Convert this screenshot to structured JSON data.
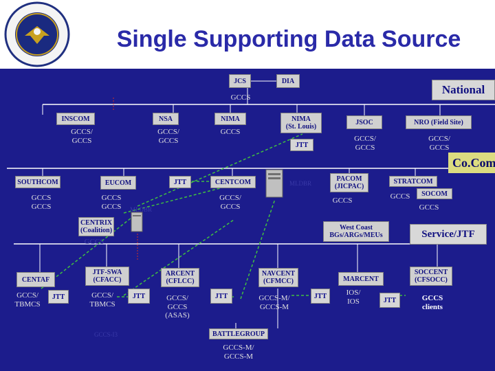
{
  "title": "Single Supporting Data Source",
  "tiers": {
    "national": "National",
    "cocom": "Co.Com",
    "service": "Service/JTF"
  },
  "boxes": {
    "jcs": "JCS",
    "dia": "DIA",
    "inscom": "INSCOM",
    "nsa": "NSA",
    "nima": "NIMA",
    "nima_stl": "NIMA\n(St. Louis)",
    "jsoc": "JSOC",
    "nro": "NRO (Field Site)",
    "jtt_top": "JTT",
    "southcom": "SOUTHCOM",
    "eucom": "EUCOM",
    "jtt_mid": "JTT",
    "centcom": "CENTCOM",
    "pacom": "PACOM\n(JICPAC)",
    "stratcom": "STRATCOM",
    "centrix": "CENTRIX\n(Coalition)",
    "westcoast": "West Coast\nBGs/ARGs/MEUs",
    "centaf": "CENTAF",
    "jtt_centaf": "JTT",
    "jtfswa": "JTF-SWA\n(CFACC)",
    "jtt_jtfswa": "JTT",
    "arcent": "ARCENT\n(CFLCC)",
    "jtt_arcent": "JTT",
    "navcent": "NAVCENT\n(CFMCC)",
    "jtt_navcent": "JTT",
    "marcent": "MARCENT",
    "jtt_marcent": "JTT",
    "soccent": "SOCCENT\n(CFSOCC)",
    "battlegroup": "BATTLEGROUP"
  },
  "labels": {
    "gccs_national": "GCCS",
    "gccs_inscom": "GCCS/\nGCCS",
    "gccs_nsa": "GCCS/\nGCCS",
    "gccs_nima": "GCCS",
    "gccs_jsoc": "GCCS/\nGCCS",
    "gccs_nro": "GCCS/\nGCCS",
    "gccs_southcom": "GCCS\nGCCS",
    "gccs_eucom": "GCCS\nGCCS",
    "mldbr_eucom": "MLDBR",
    "gccs_centcom": "GCCS/\nGCCS",
    "mldbr_centcom": "MLDBR",
    "gccs_pacom": "GCCS",
    "gccs_strat": "GCCS",
    "socom": "SOCOM",
    "gccs_socom": "GCCS",
    "gccs_centrix": "GCCS",
    "gccs_centaf": "GCCS/\nTBMCS",
    "gccs_jtfswa": "GCCS/\nTBMCS",
    "gccs_arcent": "GCCS/\nGCCS\n(ASAS)",
    "gccs_navcent": "GCCS-M/\nGCCS-M",
    "ios_marcent": "IOS/\nIOS",
    "gccs_soccent": "GCCS\nclients",
    "gccs_bottom_left": "GCCS-I3",
    "gccs_battlegroup": "GCCS-M/\nGCCS-M"
  },
  "colors": {
    "background": "#1c1c8c",
    "box": "#d0d0d0",
    "label": "#e0e0e0",
    "accent": "#d43020",
    "line": "#ffffff",
    "dashed": "#40c040"
  }
}
